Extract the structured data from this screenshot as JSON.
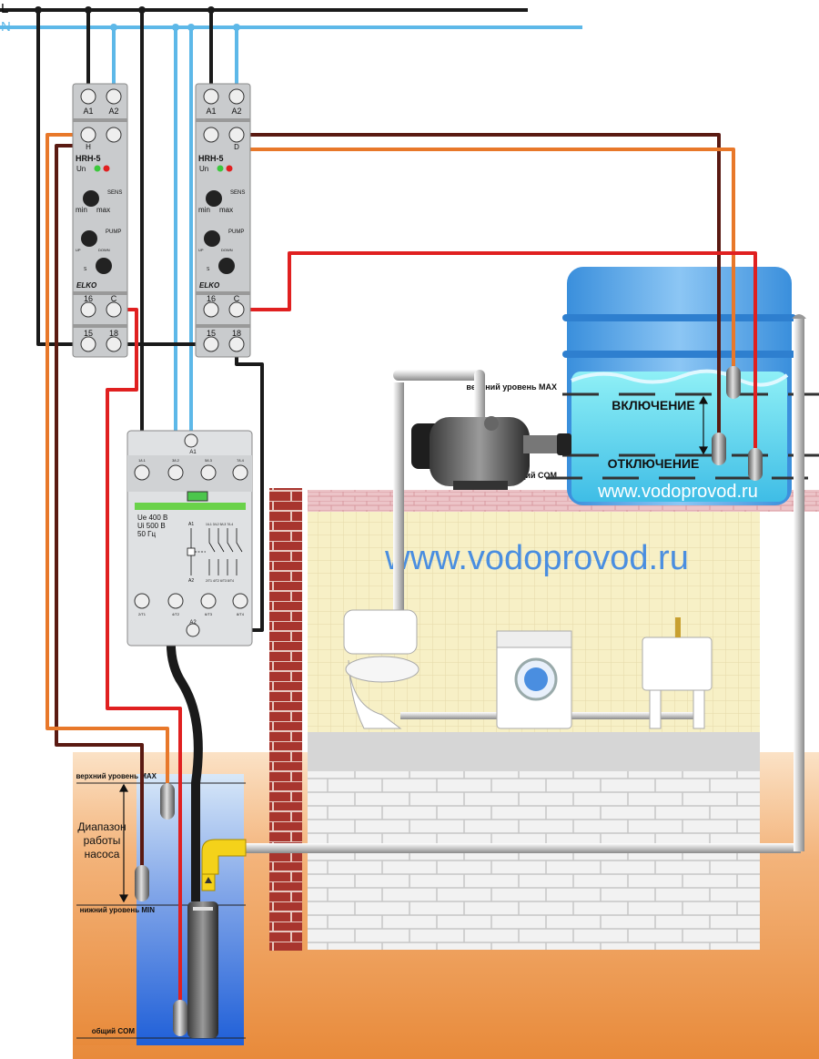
{
  "lines": {
    "phase": "L",
    "neutral": "N"
  },
  "relay1": {
    "terminals_top": [
      "A1",
      "A2"
    ],
    "terminals_mid": [
      "",
      "H"
    ],
    "model": "HRH-5",
    "un": "Un",
    "sens": "SENS",
    "min": "min",
    "max": "max",
    "pump": "PUMP",
    "up": "UP",
    "down": "DOWN",
    "s": "S",
    "brand": "ELKO",
    "terminals_c": [
      "16",
      "C"
    ],
    "terminals_bottom": [
      "15",
      "18"
    ]
  },
  "relay2": {
    "terminals_top": [
      "A1",
      "A2"
    ],
    "terminals_mid": [
      "",
      "D"
    ],
    "model": "HRH-5",
    "un": "Un",
    "sens": "SENS",
    "min": "min",
    "max": "max",
    "pump": "PUMP",
    "up": "UP",
    "down": "DOWN",
    "s": "S",
    "brand": "ELKO",
    "terminals_c": [
      "16",
      "C"
    ],
    "terminals_bottom": [
      "15",
      "18"
    ]
  },
  "contactor": {
    "top_terms": [
      "1/L1",
      "3/L2",
      "5/L3",
      "7/L4"
    ],
    "a1": "A1",
    "a2": "A2",
    "ue": "Ue 400 В",
    "ui": "Ui 500 В",
    "hz": "50 Гц",
    "sch_a1": "A1",
    "sch_a2": "A2",
    "sch_top": "1/L1 3/L2 5/L3 7/L4",
    "sch_bottom": "2/T1 4/T2 6/T3 8/T4",
    "bottom_terms": [
      "2/T1",
      "4/T2",
      "6/T3",
      "8/T4"
    ]
  },
  "tank": {
    "upper": "верхний уровень MAX",
    "on": "ВКЛЮЧЕНИЕ",
    "off": "ОТКЛЮЧЕНИЕ",
    "com": "общий COM",
    "site": "www.vodoprovod.ru"
  },
  "house": {
    "site": "www.vodoprovod.ru"
  },
  "well": {
    "upper": "верхний уровень MAX",
    "range": [
      "Диапазон",
      "работы",
      "насоса"
    ],
    "lower": "нижний уровень MIN",
    "com": "общий COM"
  },
  "colors": {
    "phase": "#1a1a1a",
    "neutral": "#5db8e8",
    "wire_brown": "#5a1a12",
    "wire_orange": "#e8782a",
    "wire_red": "#e02020",
    "relay_body": "#c9cbcd",
    "tank_water": "#5ec8e8",
    "ground": "#eea060",
    "brick": "#a8352e",
    "site_text": "#4a8ee0"
  }
}
